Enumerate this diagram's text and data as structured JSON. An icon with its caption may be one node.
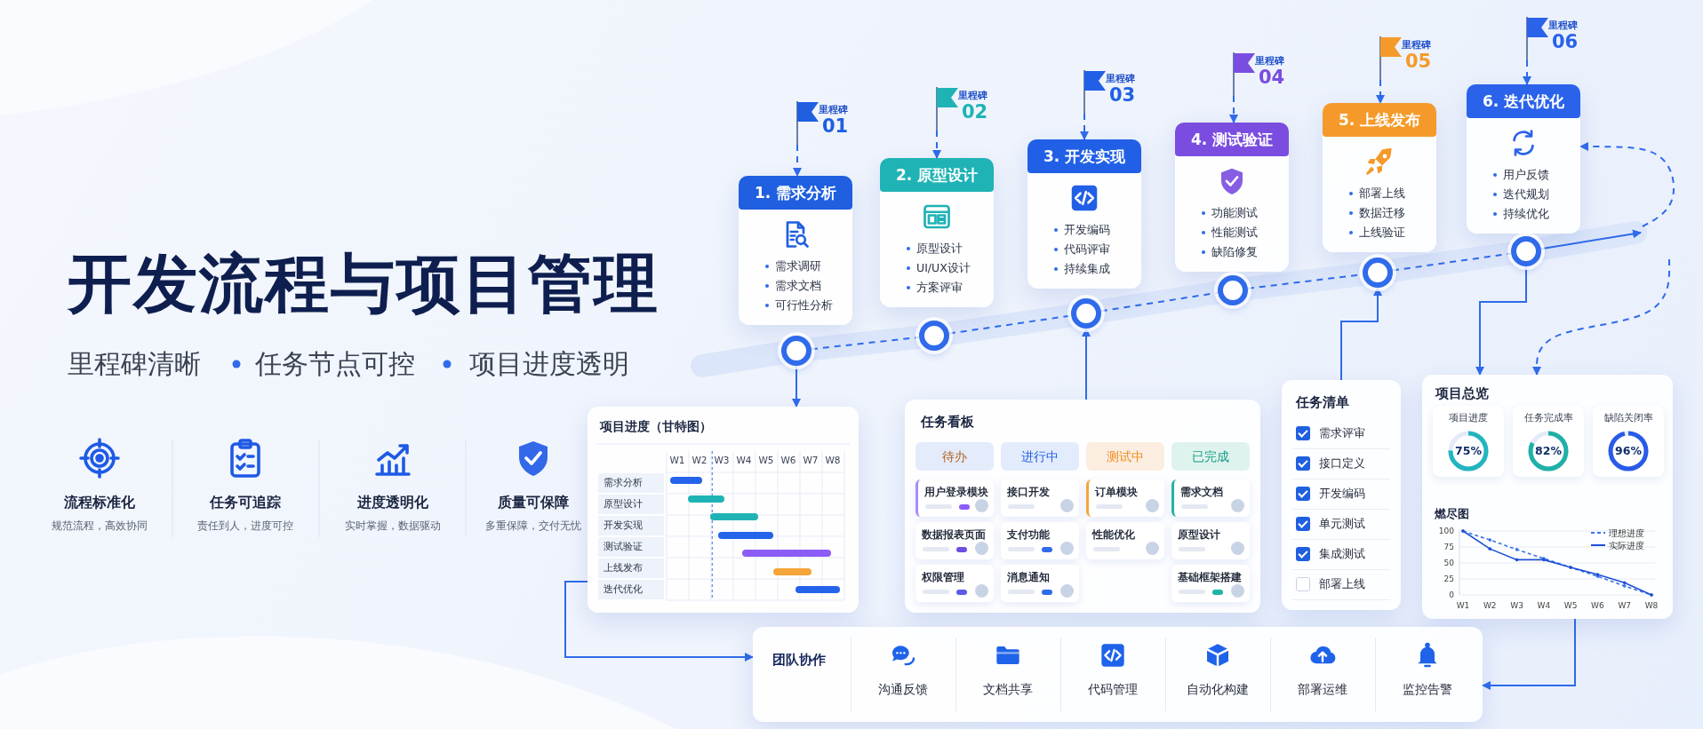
{
  "diagram": {
    "title": "开发流程与项目管理",
    "nodes": [
      {
        "text": [
          "里程碑",
          "01"
        ]
      },
      {
        "text": [
          "里程碑",
          "02"
        ]
      },
      {
        "text": [
          "里程碑",
          "03"
        ]
      },
      {
        "text": [
          "里程碑",
          "04"
        ]
      },
      {
        "text": [
          "里程碑",
          "05"
        ]
      },
      {
        "text": [
          "里程碑",
          "06"
        ]
      },
      {
        "text": [
          "1. 需求分析",
          "需求调研",
          "需求文档",
          "可行性分析"
        ]
      },
      {
        "text": [
          "2. 原型设计",
          "原型设计",
          "UI/UX设计",
          "方案评审"
        ]
      },
      {
        "text": [
          "3. 开发实现",
          "开发编码",
          "代码评审",
          "持续集成"
        ]
      },
      {
        "text": [
          "4. 测试验证",
          "功能测试",
          "性能测试",
          "缺陷修复"
        ]
      },
      {
        "text": [
          "5. 上线发布",
          "部署上线",
          "数据迁移",
          "上线验证"
        ]
      },
      {
        "text": [
          "6. 迭代优化",
          "用户反馈",
          "迭代规划",
          "持续优化"
        ]
      },
      {
        "text": [],
        "shape": "circle"
      },
      {
        "text": [],
        "shape": "circle"
      },
      {
        "text": [],
        "shape": "circle"
      },
      {
        "text": [],
        "shape": "circle"
      },
      {
        "text": [],
        "shape": "circle"
      },
      {
        "text": [],
        "shape": "circle"
      },
      {
        "text": [
          "项目进度（甘特图）",
          "W1",
          "W2",
          "W3",
          "W4",
          "W5",
          "W6",
          "W7",
          "W8",
          "需求分析",
          "原型设计",
          "开发实现",
          "测试验证",
          "上线发布",
          "迭代优化"
        ]
      },
      {
        "text": [
          "任务看板"
        ]
      },
      {
        "text": [
          "待办"
        ],
        "in": 19
      },
      {
        "text": [
          "进行中"
        ],
        "in": 19
      },
      {
        "text": [
          "测试中"
        ],
        "in": 19
      },
      {
        "text": [
          "已完成"
        ],
        "in": 19
      },
      {
        "text": [
          "用户登录模块"
        ],
        "in": 19
      },
      {
        "text": [
          "数据报表页面"
        ],
        "in": 19
      },
      {
        "text": [
          "权限管理"
        ],
        "in": 19
      },
      {
        "text": [
          "接口开发"
        ],
        "in": 19
      },
      {
        "text": [
          "支付功能"
        ],
        "in": 19
      },
      {
        "text": [
          "消息通知"
        ],
        "in": 19
      },
      {
        "text": [
          "订单模块"
        ],
        "in": 19
      },
      {
        "text": [
          "性能优化"
        ],
        "in": 19
      },
      {
        "text": [
          "需求文档"
        ],
        "in": 19
      },
      {
        "text": [
          "原型设计"
        ],
        "in": 19
      },
      {
        "text": [
          "基础框架搭建"
        ],
        "in": 19
      },
      {
        "text": [
          "任务清单",
          "需求评审",
          "接口定义",
          "开发编码",
          "单元测试",
          "集成测试",
          "部署上线"
        ]
      },
      {
        "text": [
          "项目总览"
        ]
      },
      {
        "text": [
          "项目进度",
          "75%"
        ],
        "in": 36
      },
      {
        "text": [
          "任务完成率",
          "82%"
        ],
        "in": 36
      },
      {
        "text": [
          "缺陷关闭率",
          "96%"
        ],
        "in": 36
      },
      {
        "text": [
          "团队协作",
          "沟通反馈",
          "文档共享",
          "代码管理",
          "自动化构建",
          "部署运维",
          "监控告警"
        ]
      }
    ],
    "edges": [
      {
        "from": 0,
        "to": 6,
        "arrow": "to",
        "style": "dashed"
      },
      {
        "from": 1,
        "to": 7,
        "arrow": "to",
        "style": "dashed"
      },
      {
        "from": 2,
        "to": 8,
        "arrow": "to",
        "style": "dashed"
      },
      {
        "from": 3,
        "to": 9,
        "arrow": "to",
        "style": "dashed"
      },
      {
        "from": 4,
        "to": 10,
        "arrow": "to",
        "style": "dashed"
      },
      {
        "from": 5,
        "to": 11,
        "arrow": "to",
        "style": "dashed"
      },
      {
        "from": 12,
        "to": 13,
        "arrow": "none",
        "style": "dashed"
      },
      {
        "from": 13,
        "to": 14,
        "arrow": "none",
        "style": "dashed"
      },
      {
        "from": 14,
        "to": 15,
        "arrow": "none",
        "style": "dashed"
      },
      {
        "from": 15,
        "to": 16,
        "arrow": "none",
        "style": "dashed"
      },
      {
        "from": 16,
        "to": 17,
        "arrow": "none",
        "style": "dashed"
      },
      {
        "from": 17,
        "to": null,
        "arrow": "to"
      },
      {
        "from": 12,
        "to": 18,
        "arrow": "to"
      },
      {
        "from": 19,
        "to": 14,
        "arrow": "to"
      },
      {
        "from": 35,
        "to": 16,
        "arrow": "to"
      },
      {
        "from": 17,
        "to": 36,
        "arrow": "to"
      },
      {
        "from": null,
        "to": 36,
        "arrow": "to",
        "style": "dashed"
      },
      {
        "from": 18,
        "to": 40,
        "arrow": "to"
      },
      {
        "from": 36,
        "to": 40,
        "arrow": "to"
      },
      {
        "from": null,
        "to": 11,
        "arrow": "to",
        "style": "dashed"
      }
    ],
    "labels": [
      "里程碑清晰",
      "任务节点可控",
      "项目进度透明",
      "流程标准化",
      "规范流程，高效协同",
      "任务可追踪",
      "责任到人，进度可控",
      "进度透明化",
      "实时掌握，数据驱动",
      "质量可保障",
      "多重保障，交付无忧"
    ],
    "chart_data": {
      "type": "line",
      "title": "燃尽图",
      "x": [
        "W1",
        "W2",
        "W3",
        "W4",
        "W5",
        "W6",
        "W7",
        "W8"
      ],
      "series": [
        {
          "name": "理想进度",
          "color": "#3b73e8",
          "line_style": "dashed",
          "values": [
            100,
            86,
            71,
            57,
            43,
            29,
            14,
            0
          ]
        },
        {
          "name": "实际进度",
          "color": "#1d4fd6",
          "line_style": "solid",
          "values": [
            100,
            72,
            55,
            55,
            43,
            32,
            19,
            0
          ]
        }
      ],
      "ylim": [
        0,
        100
      ],
      "yticks": [
        0,
        25,
        50,
        75,
        100
      ],
      "grid": true,
      "legend": true
    }
  }
}
